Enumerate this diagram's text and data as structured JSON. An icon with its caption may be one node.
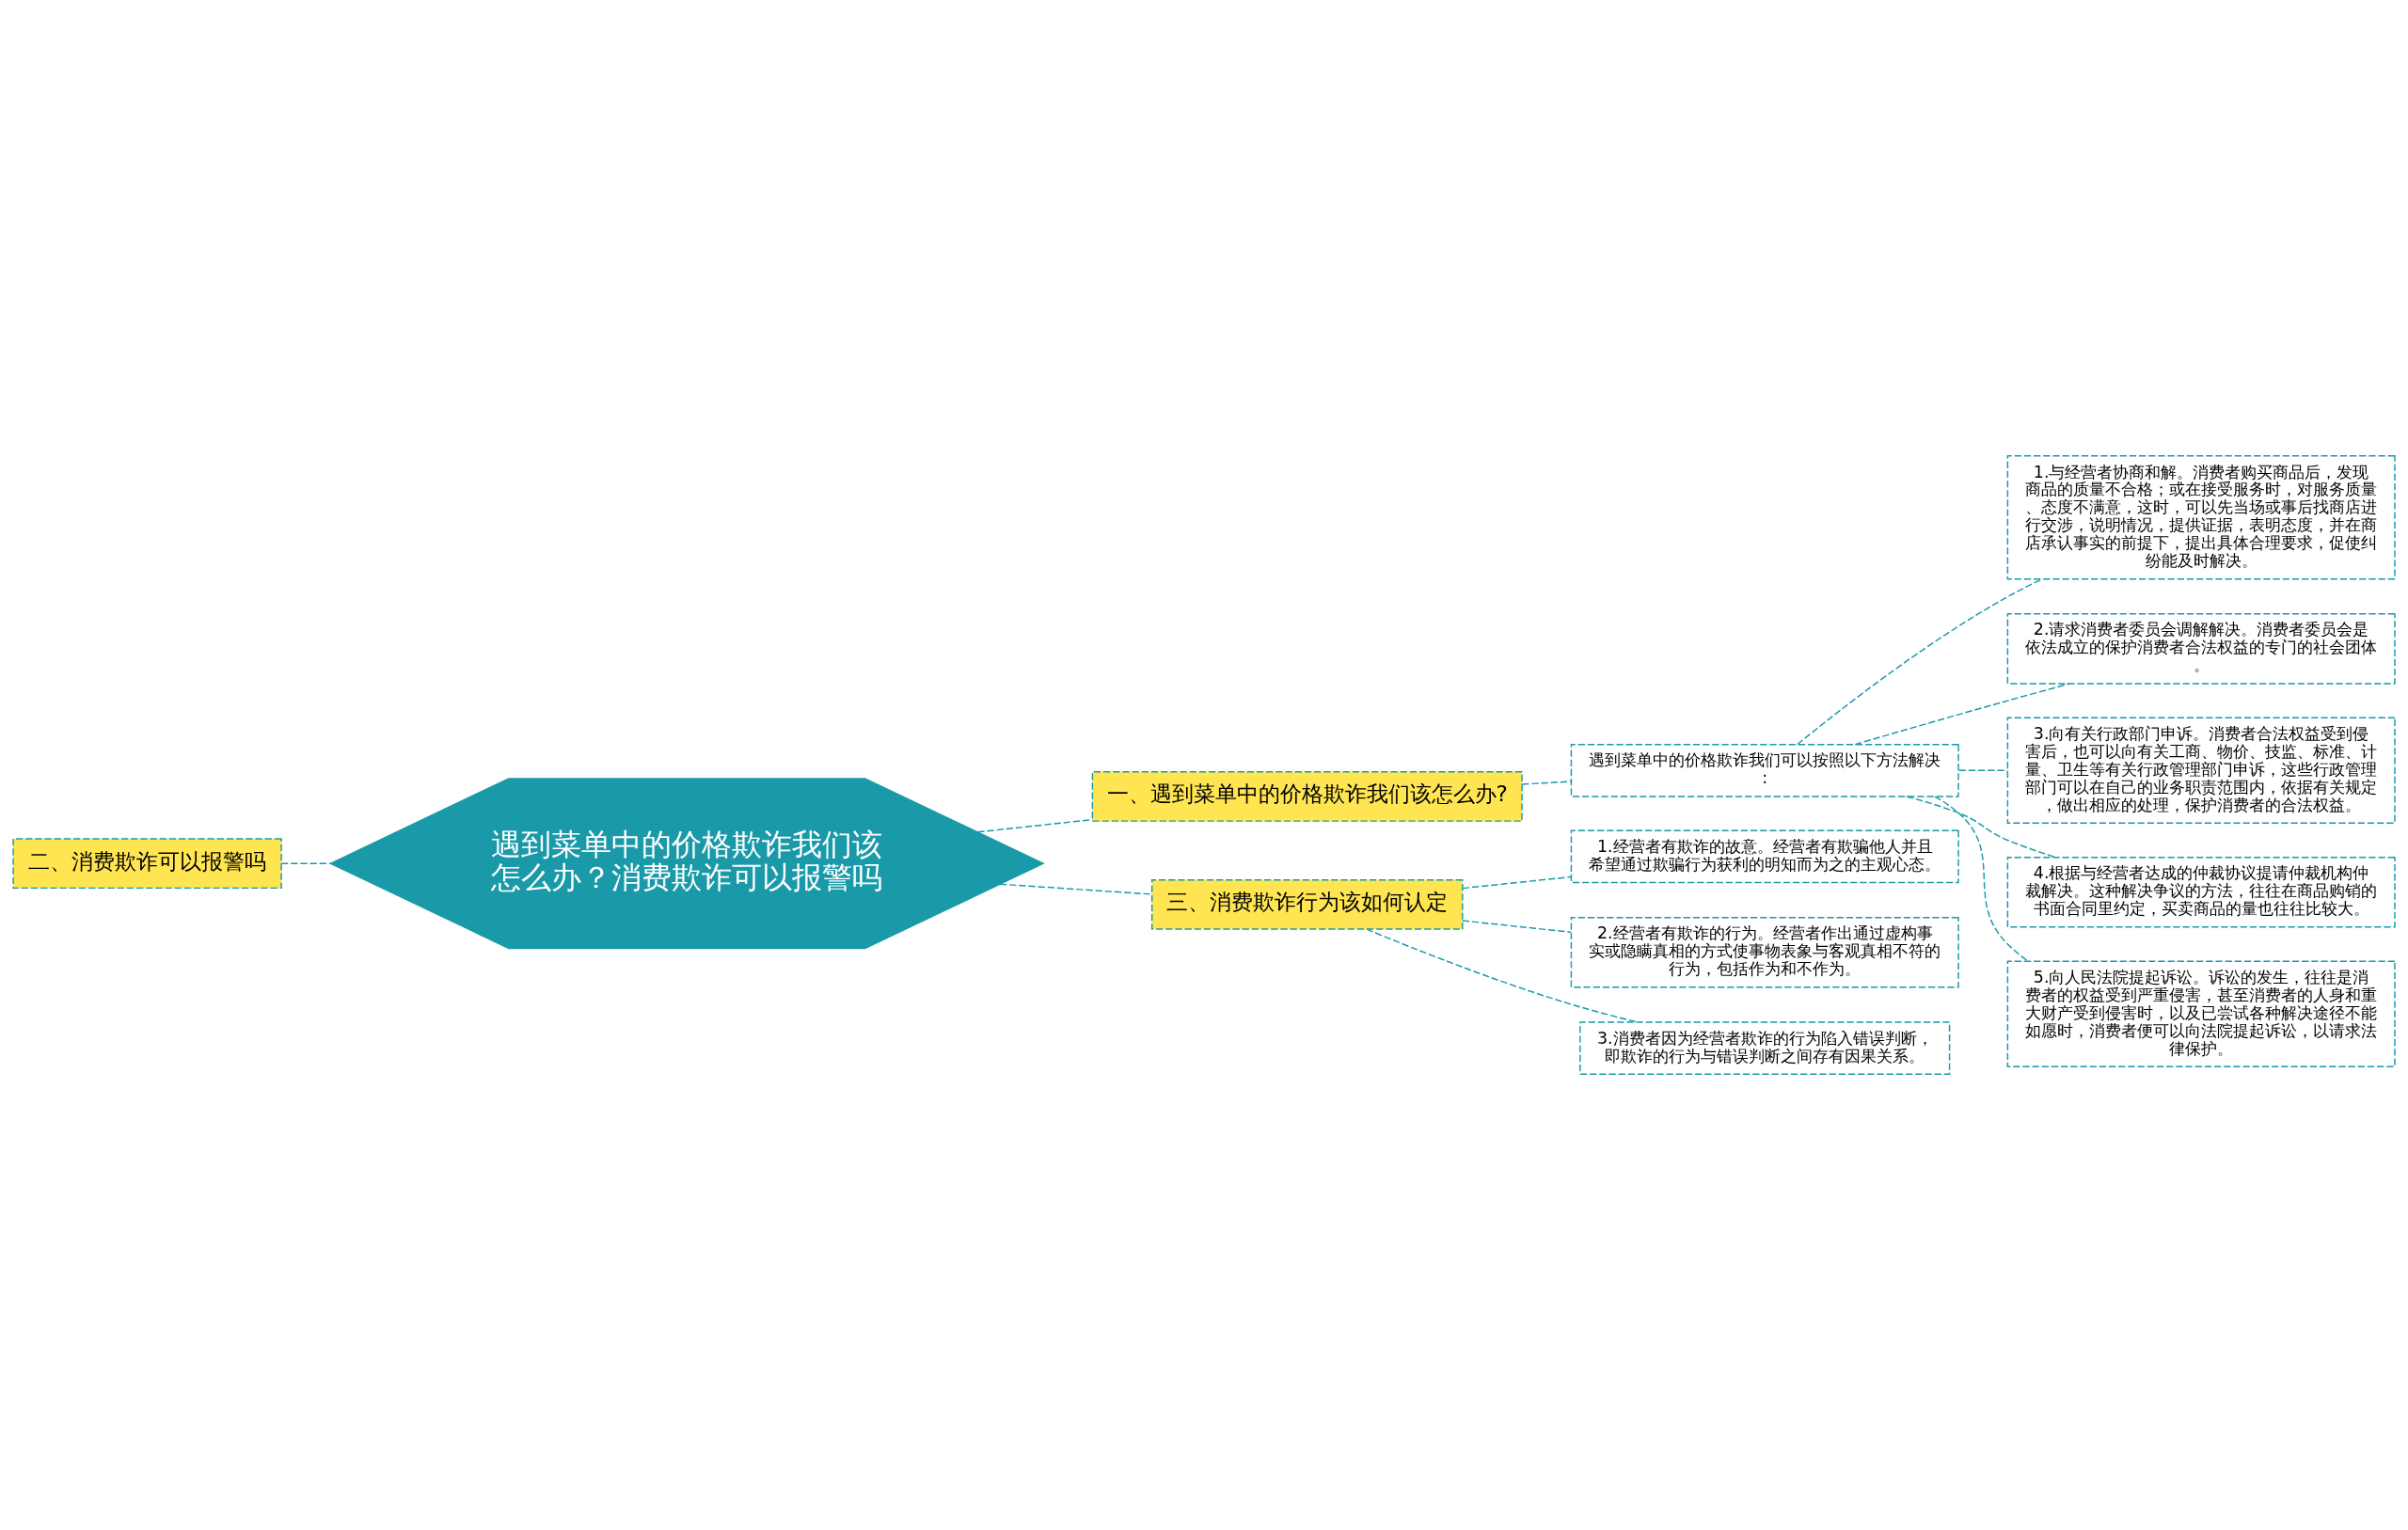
{
  "diagram": {
    "nodes": [
      {
        "text": [
          "遇到菜单中的价格欺诈我们该怎么办？消费欺诈可以报警吗"
        ]
      },
      {
        "text": [
          "二、消费欺诈可以报警吗"
        ]
      },
      {
        "text": [
          "一、遇到菜单中的价格欺诈我们该怎么办?"
        ]
      },
      {
        "text": [
          "遇到菜单中的价格欺诈我们可以按照以下方法解决:"
        ]
      },
      {
        "text": [
          "1.与经营者协商和解。消费者购买商品后，发现商品的质量不合格；或在接受服务时，对服务质量、态度不满意，这时，可以先当场或事后找商店进行交涉，说明情况，提供证据，表明态度，并在商店承认事实的前提下，提出具体合理要求，促使纠纷能及时解决。"
        ]
      },
      {
        "text": [
          "2.请求消费者委员会调解解决。消费者委员会是依法成立的保护消费者合法权益的专门的社会团体。"
        ]
      },
      {
        "text": [
          "3.向有关行政部门申诉。消费者合法权益受到侵害后，也可以向有关工商、物价、技监、标准、计量、卫生等有关行政管理部门申诉，这些行政管理部门可以在自己的业务职责范围内，依据有关规定，做出相应的处理，保护消费者的合法权益。"
        ]
      },
      {
        "text": [
          "4.根据与经营者达成的仲裁协议提请仲裁机构仲裁解决。这种解决争议的方法，往往在商品购销的书面合同里约定，买卖商品的量也往往比较大。"
        ]
      },
      {
        "text": [
          "5.向人民法院提起诉讼。诉讼的发生，往往是消费者的权益受到严重侵害，甚至消费者的人身和重大财产受到侵害时，以及已尝试各种解决途径不能如愿时，消费者便可以向法院提起诉讼，以请求法律保护。"
        ]
      },
      {
        "text": [
          "三、消费欺诈行为该如何认定"
        ]
      },
      {
        "text": [
          "1.经营者有欺诈的故意。经营者有欺骗他人并且希望通过欺骗行为获利的明知而为之的主观心态。"
        ]
      },
      {
        "text": [
          "2.经营者有欺诈的行为。经营者作出通过虚构事实或隐瞒真相的方式使事物表象与客观真相不符的行为，包括作为和不作为。"
        ]
      },
      {
        "text": [
          "3.消费者因为经营者欺诈的行为陷入错误判断，即欺诈的行为与错误判断之间存有因果关系。"
        ]
      }
    ],
    "edges": [
      {
        "from": 0,
        "to": 1,
        "arrow": "none",
        "style": "dashed"
      },
      {
        "from": 0,
        "to": 2,
        "arrow": "none",
        "style": "dashed"
      },
      {
        "from": 2,
        "to": 3,
        "arrow": "none",
        "style": "dashed"
      },
      {
        "from": 3,
        "to": 4,
        "arrow": "none",
        "style": "dashed"
      },
      {
        "from": 3,
        "to": 5,
        "arrow": "none",
        "style": "dashed"
      },
      {
        "from": 3,
        "to": 6,
        "arrow": "none",
        "style": "dashed"
      },
      {
        "from": 3,
        "to": 7,
        "arrow": "none",
        "style": "dashed"
      },
      {
        "from": 3,
        "to": 8,
        "arrow": "none",
        "style": "dashed"
      },
      {
        "from": 0,
        "to": 9,
        "arrow": "none",
        "style": "dashed"
      },
      {
        "from": 9,
        "to": 10,
        "arrow": "none",
        "style": "dashed"
      },
      {
        "from": 9,
        "to": 11,
        "arrow": "none",
        "style": "dashed"
      },
      {
        "from": 9,
        "to": 12,
        "arrow": "none",
        "style": "dashed"
      }
    ]
  }
}
